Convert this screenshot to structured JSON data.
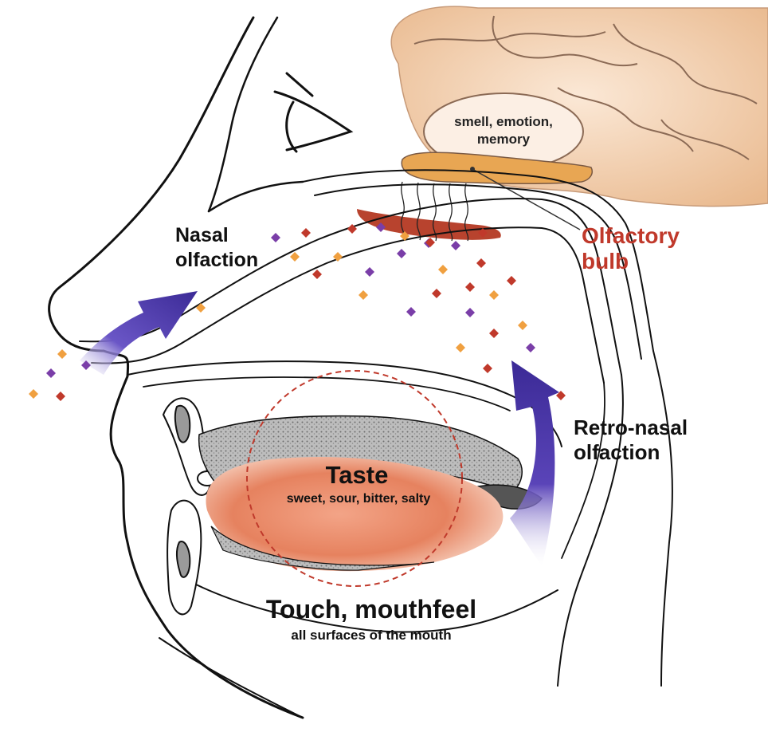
{
  "labels": {
    "brain": [
      "smell, emotion,",
      "memory"
    ],
    "nasal": [
      "Nasal",
      "olfaction"
    ],
    "olfactory": [
      "Olfactory",
      "bulb"
    ],
    "retro": [
      "Retro-nasal",
      "olfaction"
    ],
    "taste_title": "Taste",
    "taste_sub": "sweet, sour, bitter, salty",
    "touch_title": "Touch, mouthfeel",
    "touch_sub": "all surfaces of the mouth"
  },
  "colors": {
    "brain": "#f1c9a6",
    "brain_line": "#7b5a44",
    "bulb": "#e8a653",
    "epithelium": "#b8432e",
    "accent_red": "#c0392b",
    "arrow": "#4b3b9e",
    "tongue": "#e9866a",
    "odor_orange": "#f0a040",
    "odor_purple": "#7a3ea8",
    "odor_red": "#c0392b"
  },
  "icons": [
    "eye-icon",
    "nasal-arrow-icon",
    "retronasal-arrow-icon",
    "odor-molecule-icon"
  ]
}
